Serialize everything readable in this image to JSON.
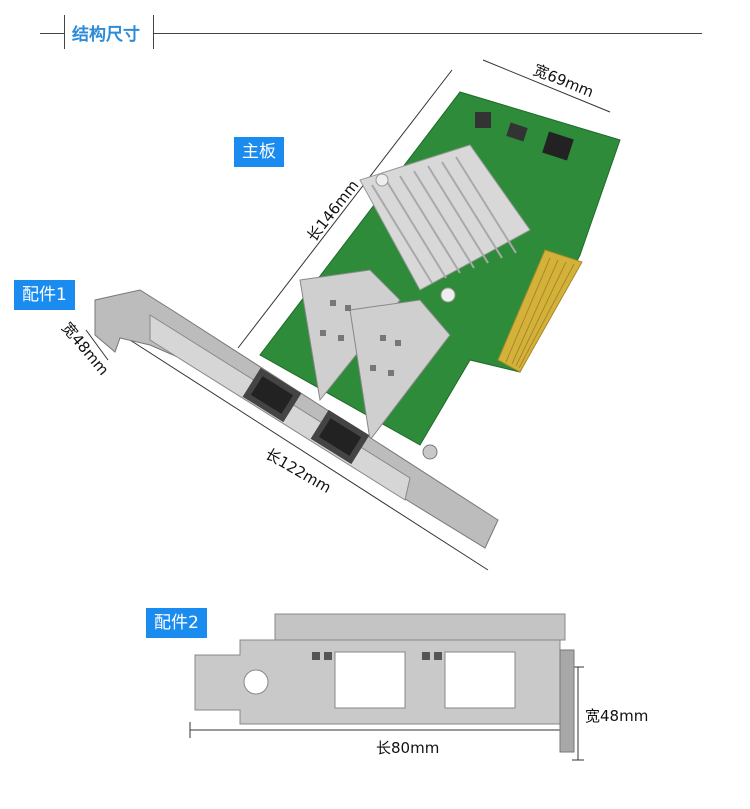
{
  "header": {
    "title": "结构尺寸"
  },
  "labels": {
    "mainboard": "主板",
    "accessory1": "配件1",
    "accessory2": "配件2"
  },
  "dimensions": {
    "board_width": "宽69mm",
    "board_length": "长146mm",
    "bracket1_width": "宽48mm",
    "bracket1_length": "长122mm",
    "bracket2_length": "长80mm",
    "bracket2_width": "宽48mm"
  },
  "colors": {
    "tag_bg": "#1a8cf0",
    "pcb_green": "#2e8b3a",
    "gold_finger": "#d4b23a",
    "metal": "#bcbcbc"
  }
}
